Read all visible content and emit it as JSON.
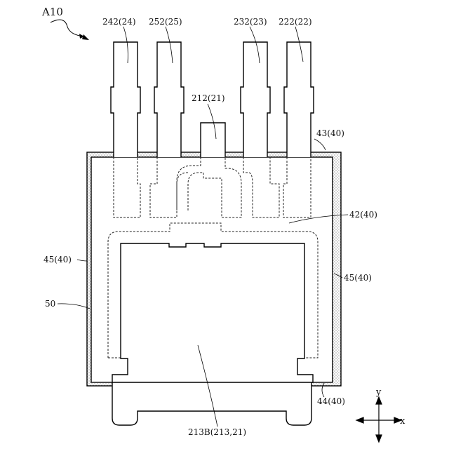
{
  "figure": {
    "title": "A10",
    "labels": {
      "lead_242": "242(24)",
      "lead_252": "252(25)",
      "lead_232": "232(23)",
      "lead_222": "222(22)",
      "lead_212": "212(21)",
      "label_43": "43(40)",
      "label_42": "42(40)",
      "label_45_left": "45(40)",
      "label_45_right": "45(40)",
      "label_50": "50",
      "label_44": "44(40)",
      "label_213b": "213B(213,21)"
    },
    "axes": {
      "y": "y",
      "x": "x"
    }
  }
}
